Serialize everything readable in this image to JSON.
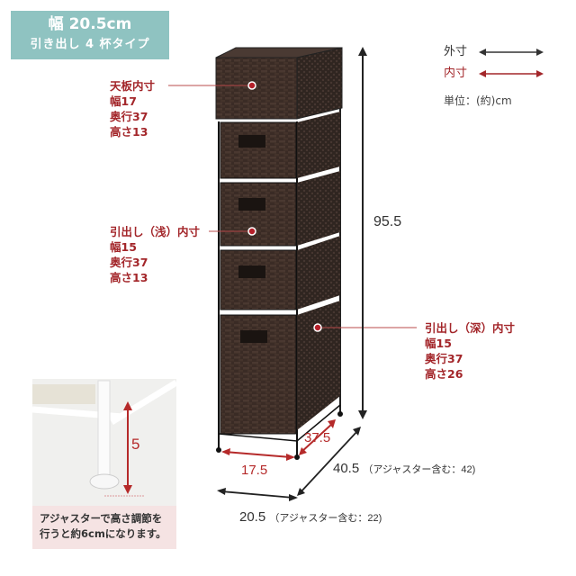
{
  "title_badge": {
    "line1": "幅 20.5cm",
    "line2": "引き出し 4 杯タイプ",
    "color": "#8fc3c1"
  },
  "legend": {
    "outer_label": "外寸",
    "inner_label": "内寸",
    "unit_label": "単位：(約)cm",
    "outer_color": "#333333",
    "inner_color": "#a3262a"
  },
  "callouts": {
    "top_board": {
      "title": "天板内寸",
      "width": "幅17",
      "depth": "奥行37",
      "height": "高さ13"
    },
    "shallow_drawer": {
      "title": "引出し（浅）内寸",
      "width": "幅15",
      "depth": "奥行37",
      "height": "高さ13"
    },
    "deep_drawer": {
      "title": "引出し（深）内寸",
      "width": "幅15",
      "depth": "奥行37",
      "height": "高さ26"
    }
  },
  "dimensions": {
    "height": "95.5",
    "inner_width": "17.5",
    "inner_depth": "37.5",
    "outer_depth": "40.5",
    "outer_depth_note": "（アジャスター含む：42)",
    "outer_width": "20.5",
    "outer_width_note": "（アジャスター含む：22)"
  },
  "inset": {
    "adjuster_height": "5",
    "caption_line1": "アジャスターで高さ調節を",
    "caption_line2": "行うと約6cmになります。"
  },
  "product": {
    "drawer_count": 4,
    "wicker_color": "#3a2b25",
    "frame_color": "#1a1a1a"
  }
}
